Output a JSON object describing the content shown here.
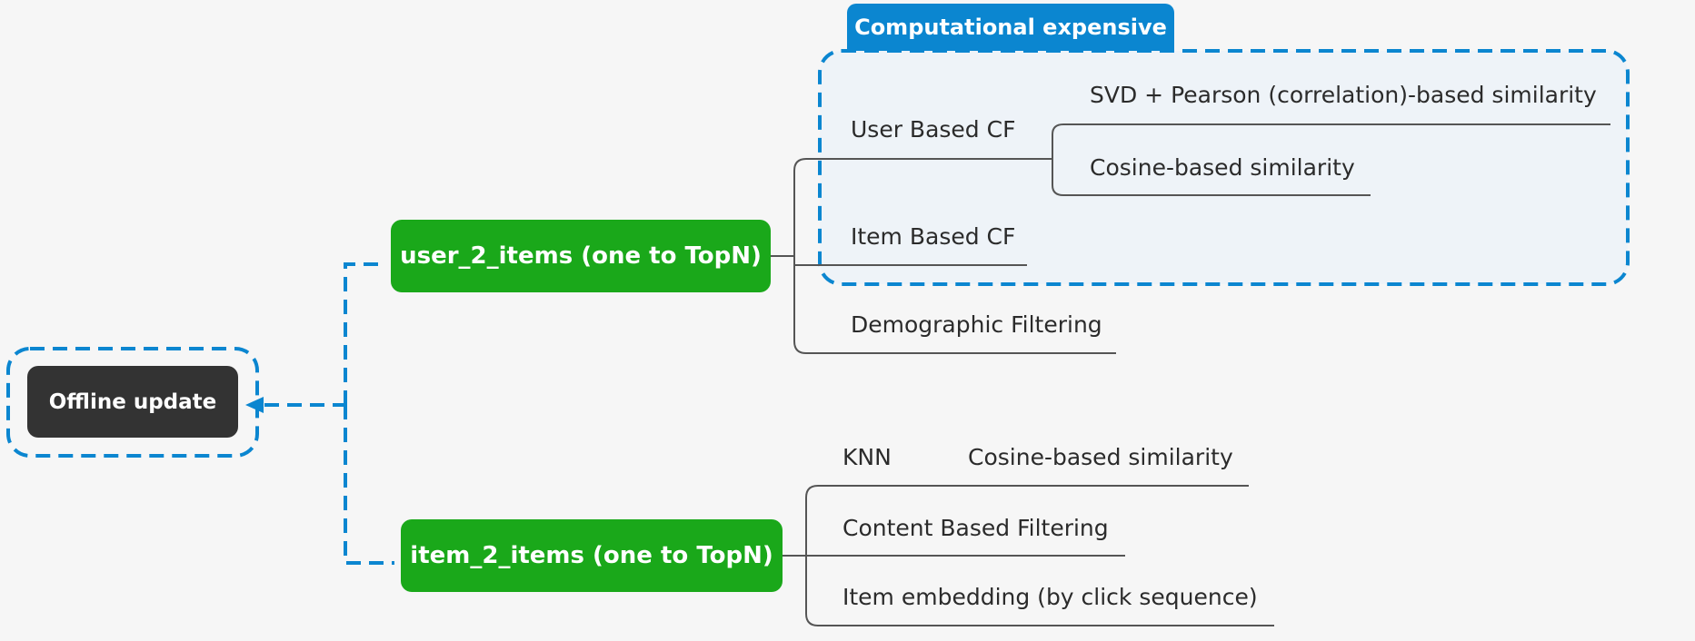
{
  "root": {
    "label": "Offline update"
  },
  "branches": [
    {
      "label": "user_2_items (one to TopN)",
      "children": [
        {
          "label": "User Based CF",
          "children": [
            "SVD + Pearson (correlation)-based similarity",
            "Cosine-based similarity"
          ]
        },
        {
          "label": "Item Based CF"
        },
        {
          "label": "Demographic Filtering"
        }
      ]
    },
    {
      "label": "item_2_items (one to TopN)",
      "children": [
        {
          "label": "KNN",
          "children": [
            "Cosine-based similarity"
          ]
        },
        {
          "label": "Content Based Filtering"
        },
        {
          "label": "Item embedding (by click sequence)"
        }
      ]
    }
  ],
  "callout": {
    "label": "Computational expensive"
  },
  "colors": {
    "background": "#f6f6f6",
    "root_node": "#333333",
    "branch_node": "#1aa81a",
    "highlight_blue": "#0b86d0",
    "callout_region_fill": "#eef3f8",
    "connector": "#555555"
  }
}
